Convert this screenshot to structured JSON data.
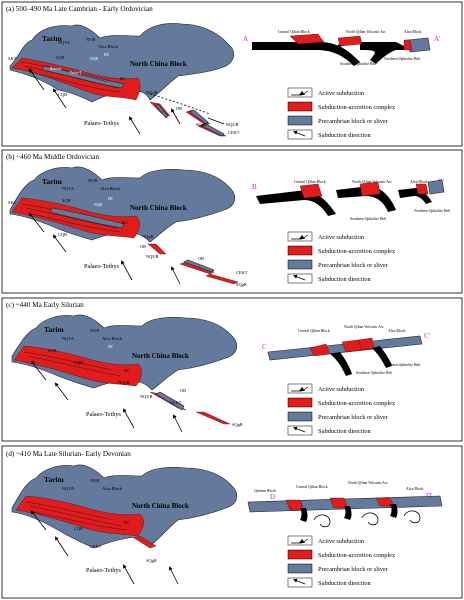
{
  "panels": [
    {
      "title": "(a) 500–490 Ma  Late Cambrian - Early Ordovician",
      "map": {
        "tarim": "Tarim",
        "ncb": "North China Block",
        "tethys": "Palaeo-Tethys",
        "labels": [
          "SKT",
          "NQVA",
          "NOB",
          "Alxa Block",
          "SQB",
          "NQB",
          "HC",
          "Retreat",
          "Proto-T",
          "KC",
          "CQB",
          "NQgB",
          "OB",
          "NQUB",
          "SQgB",
          "CEKT"
        ],
        "section_start": "A"
      },
      "section": {
        "start": "A",
        "end": "A'",
        "labels": [
          "Central Qilian Block",
          "North Qilian Volcanic Arc",
          "Alxa Block",
          "Southern Ophiolite Belt",
          "Northern Ophiolite Belt"
        ]
      }
    },
    {
      "title": "(b) ~460 Ma  Middle Ordovician",
      "map": {
        "tarim": "Tarim",
        "ncb": "North China Block",
        "tethys": "Palaeo-Tethys",
        "labels": [
          "SKT",
          "NOB",
          "NQVA",
          "Alxa Block",
          "SQB",
          "CQB",
          "NQB",
          "HC",
          "KC",
          "NQgB",
          "OB",
          "NQUB",
          "OB",
          "CEKT",
          "SQgB"
        ],
        "section_start": "B"
      },
      "section": {
        "start": "B",
        "end": "B'",
        "labels": [
          "Central Qilian Block",
          "North Qilian Volcanic Arc",
          "Alxa Block",
          "Southern Ophiolite Belt",
          "Northern Ophiolite Belt"
        ]
      }
    },
    {
      "title": "(c) ~440 Ma  Early Silurian",
      "map": {
        "tarim": "Tarim",
        "ncb": "North China Block",
        "tethys": "Palaeo-Tethys",
        "labels": [
          "NQVA",
          "NOB",
          "Alxa Block",
          "SOB",
          "CQB",
          "HC",
          "KC",
          "NQgB",
          "OB",
          "NQUB",
          "CEKT",
          "SQgB"
        ],
        "section_start": "C"
      },
      "section": {
        "start": "C",
        "end": "C'",
        "labels": [
          "Central Qilian Block",
          "North Qilian Volcanic Arc",
          "Alxa Block",
          "Southern Ophiolite Belt",
          "Northern Ophiolite Belt"
        ]
      }
    },
    {
      "title": "(d) ~410 Ma  Late Silurian- Early Devonian",
      "map": {
        "tarim": "Tarim",
        "ncb": "North China Block",
        "tethys": "Palaeo-Tethys",
        "labels": [
          "NQVA",
          "NOB",
          "Alxa Block",
          "CQB",
          "KC",
          "CEKT",
          "SQgB"
        ],
        "section_start": "D"
      },
      "section": {
        "start": "D",
        "end": "D'",
        "labels": [
          "Qaidam Block",
          "Central Qilian Block",
          "North Qilian Volcanic Arc",
          "Alxa Block"
        ]
      }
    }
  ],
  "legend": {
    "items": [
      "Active subduction",
      "Subduction-accretion complex",
      "Precambrian block or sliver",
      "Subduction direction"
    ],
    "colors": {
      "subduction_complex": "#e31b1b",
      "precambrian": "#647a9c"
    }
  }
}
